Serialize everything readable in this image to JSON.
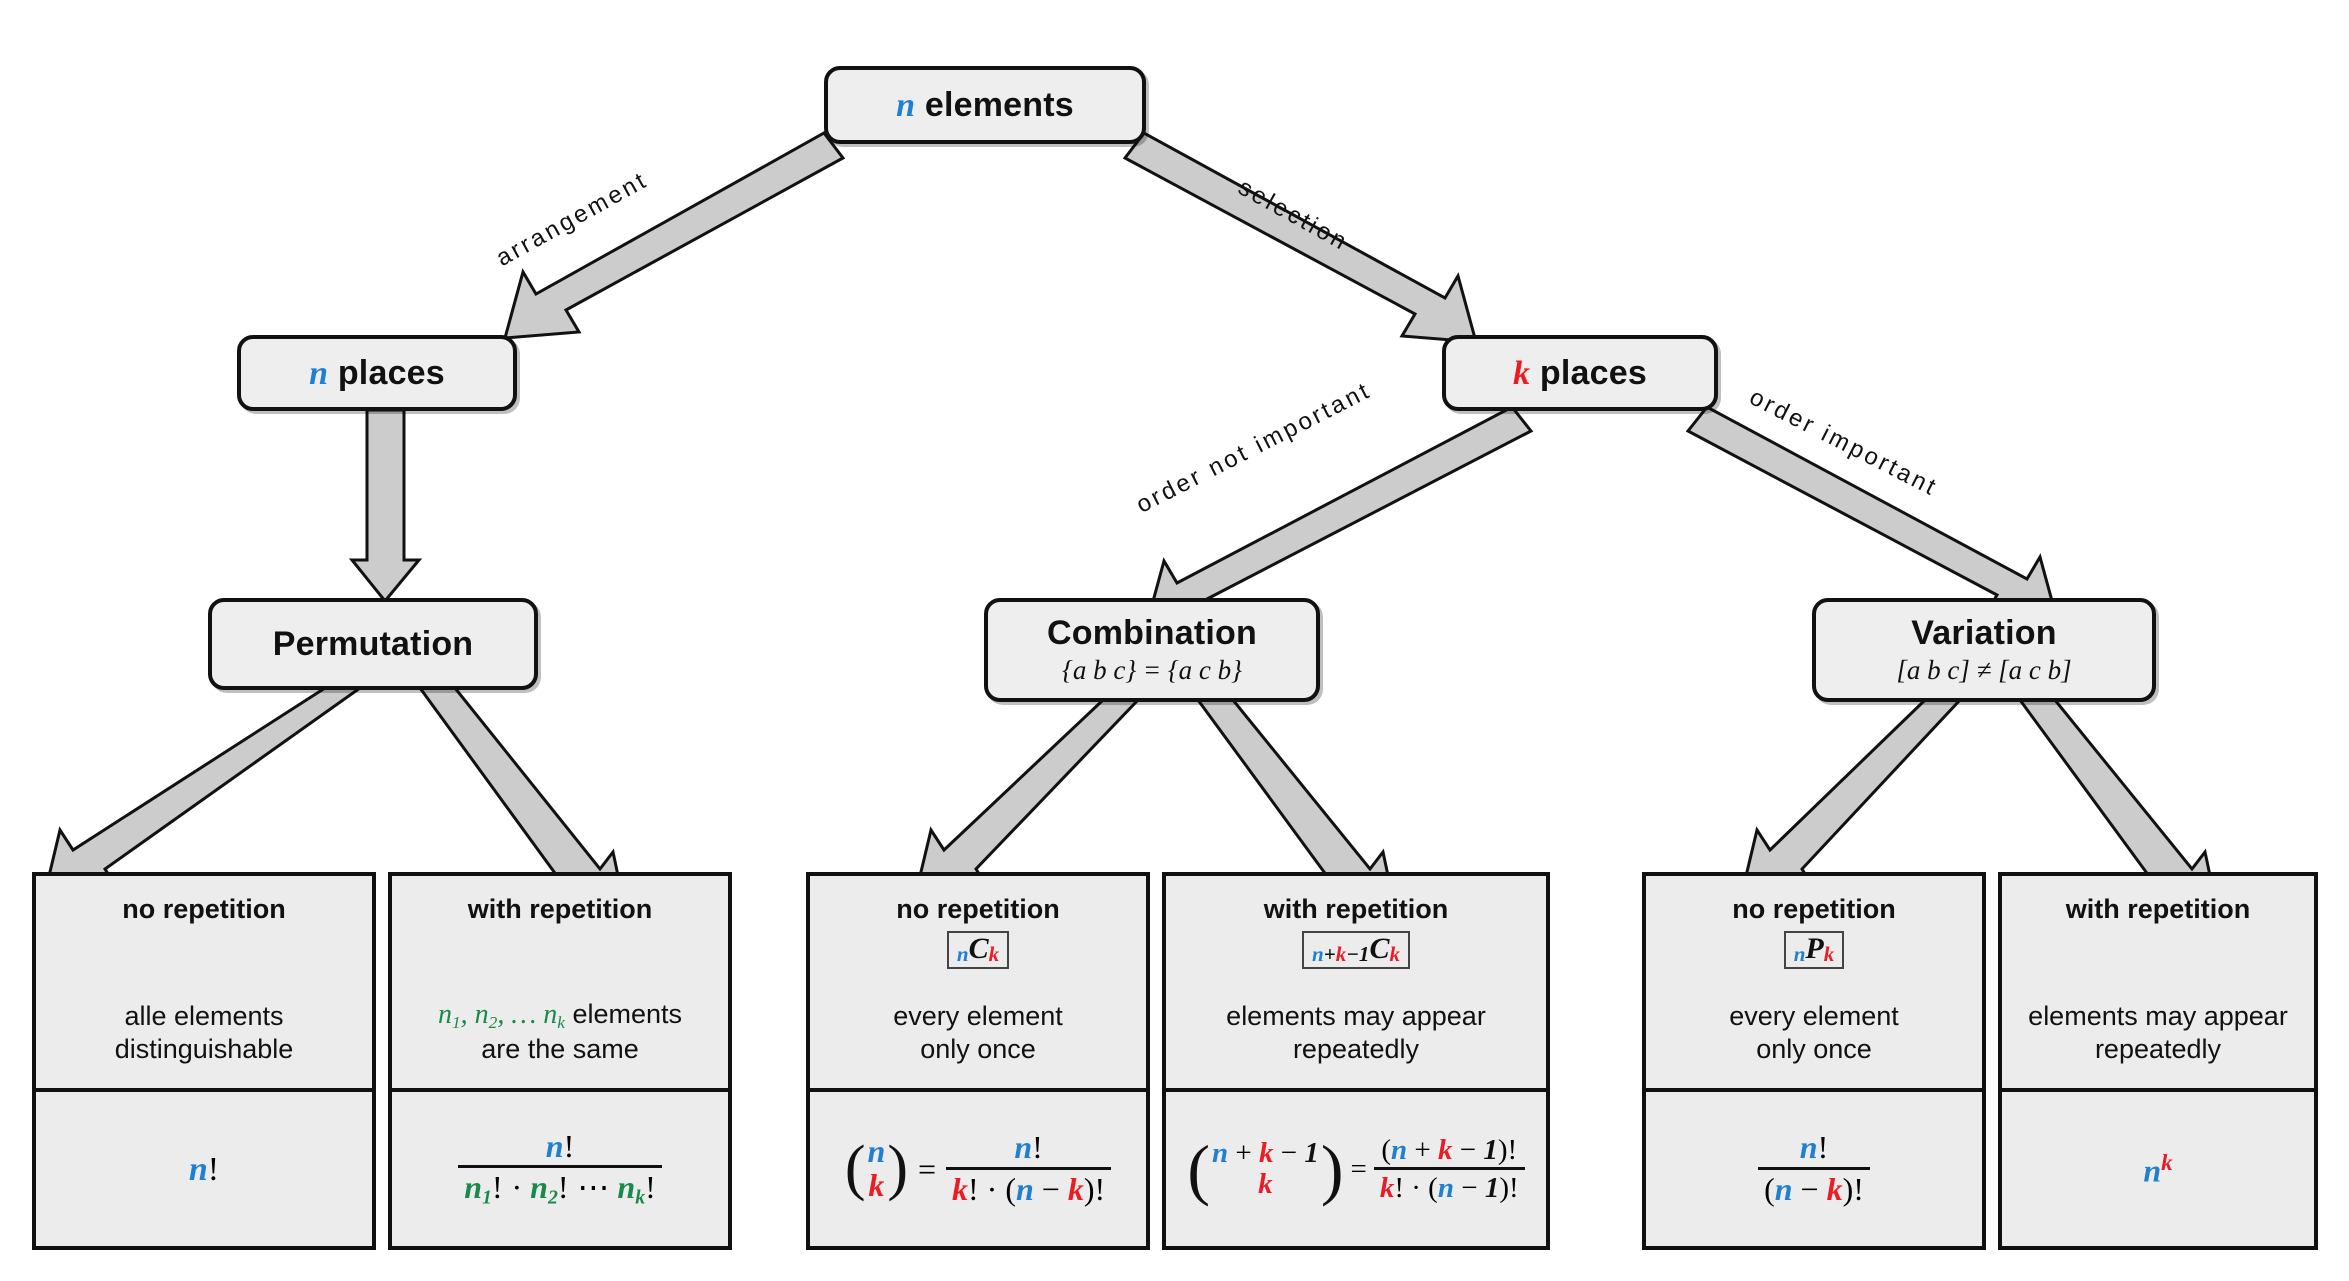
{
  "diagram": {
    "title": "Combinatorics overview",
    "colors": {
      "n_color": "#1f7fd0",
      "k_color": "#ec1c24",
      "group_color": "#1a8a4a",
      "node_fill": "#eeeeee",
      "leaf_fill": "#ececec",
      "stroke": "#111111",
      "arrow_fill": "#cccccc"
    }
  },
  "nodes": {
    "root": {
      "var": "n",
      "label": "elements"
    },
    "n_places": {
      "var": "n",
      "label": "places"
    },
    "k_places": {
      "var": "k",
      "label": "places"
    },
    "permutation": {
      "title": "Permutation",
      "sub": ""
    },
    "combination": {
      "title": "Combination",
      "sub": "{a b c} = {a c b}"
    },
    "variation": {
      "title": "Variation",
      "sub": "[a b c] ≠ [a c b]"
    }
  },
  "edges": {
    "arrangement": "arrangement",
    "selection": "selection",
    "order_not_important": "order not important",
    "order_important": "order important"
  },
  "leaves": [
    {
      "id": "perm-no-rep",
      "head": "no repetition",
      "notation": "",
      "desc_line1": "alle elements",
      "desc_line2": "distinguishable",
      "formula": "n!"
    },
    {
      "id": "perm-with-rep",
      "head": "with repetition",
      "notation": "",
      "desc_line1": "n₁, n₂, … nₖ elements",
      "desc_line2": "are the same",
      "formula": "n! / (n₁! · n₂! ⋯ nₖ!)"
    },
    {
      "id": "comb-no-rep",
      "head": "no repetition",
      "notation": "nCk",
      "desc_line1": "every element",
      "desc_line2": "only once",
      "formula": "(n over k) = n! / (k! · (n − k)!)"
    },
    {
      "id": "comb-with-rep",
      "head": "with repetition",
      "notation": "n+k-1Ck",
      "desc_line1": "elements may appear",
      "desc_line2": "repeatedly",
      "formula": "(n + k − 1 over k) = (n + k − 1)! / (k! · (n − 1)!)"
    },
    {
      "id": "var-no-rep",
      "head": "no repetition",
      "notation": "nPk",
      "desc_line1": "every element",
      "desc_line2": "only once",
      "formula": "n! / (n − k)!"
    },
    {
      "id": "var-with-rep",
      "head": "with repetition",
      "notation": "",
      "desc_line1": "elements may appear",
      "desc_line2": "repeatedly",
      "formula": "nᵏ"
    }
  ]
}
